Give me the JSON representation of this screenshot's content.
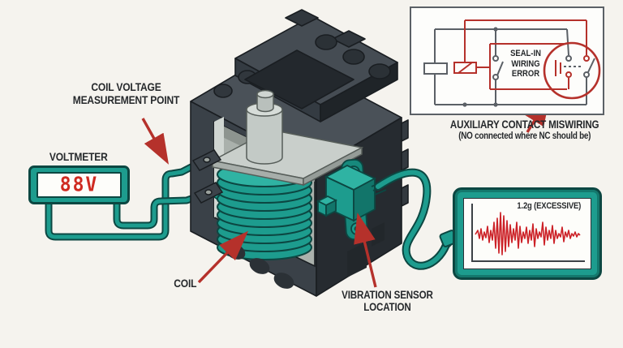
{
  "colors": {
    "teal": "#1d9c8e",
    "red": "#b5312b",
    "dark_text": "#26292c",
    "body_gray": "#3a4148",
    "background": "#f5f3ee"
  },
  "labels": {
    "coil_voltage_point": "COIL VOLTAGE\nMEASUREMENT POINT",
    "voltmeter": "VOLTMETER",
    "coil": "COIL",
    "vibration_sensor": "VIBRATION SENSOR\nLOCATION"
  },
  "voltmeter": {
    "reading": "88V"
  },
  "inset": {
    "seal_in_error": "SEAL-IN\nWIRING\nERROR",
    "caption_title": "AUXILIARY CONTACT MISWIRING",
    "caption_subtitle": "(NO connected where NC should be)"
  },
  "vibration_display": {
    "reading": "1.2g (EXCESSIVE)"
  }
}
